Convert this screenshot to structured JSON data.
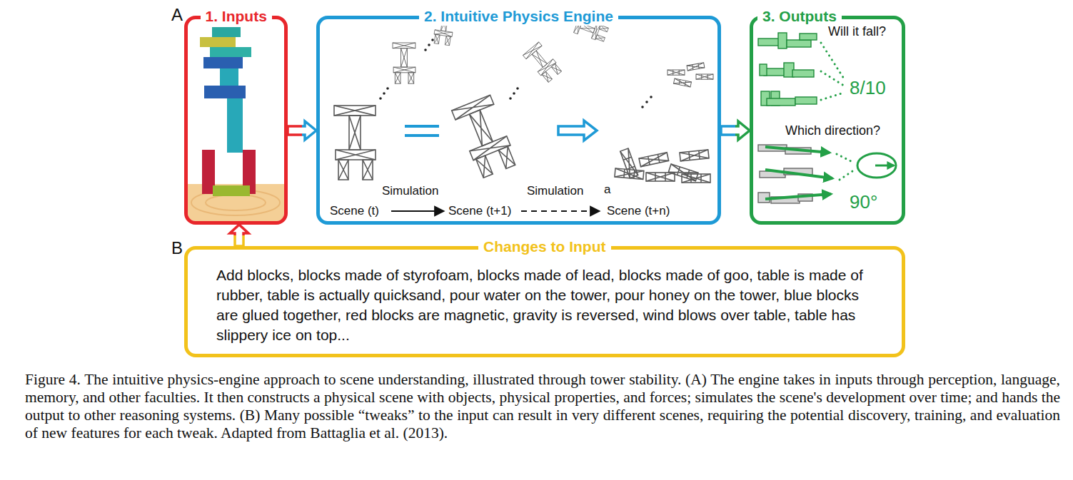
{
  "diagram": {
    "caption": "Figure 4.   The intuitive physics-engine approach to scene understanding, illustrated through tower stability. (A) The engine takes in inputs through perception, language, memory, and other faculties. It then constructs a physical scene with objects, physical properties, and forces; simulates the scene's development over time; and hands the output to other reasoning systems. (B) Many possible “tweaks” to the input can result in very different scenes, requiring the potential discovery, training, and evaluation of new features for each tweak. Adapted from Battaglia et al. (2013).",
    "nodes": [
      {
        "text": [
          "1. Inputs"
        ]
      },
      {
        "text": [
          "2. Intuitive Physics Engine"
        ]
      },
      {
        "text": [
          "3. Outputs"
        ]
      },
      {
        "text": [
          "Changes to Input",
          "Add blocks, blocks made of styrofoam, blocks made of lead, blocks made of goo, table is made of rubber, table is actually quicksand, pour water on the tower, pour honey on the tower, blue blocks are glued together, red blocks are magnetic, gravity is reversed, wind blows over table, table has slippery ice on top..."
        ]
      }
    ],
    "edges": [
      {
        "from": 0,
        "to": 1,
        "arrow": "to"
      },
      {
        "from": 1,
        "to": 2,
        "arrow": "to"
      },
      {
        "from": 3,
        "to": 0,
        "arrow": "to"
      }
    ],
    "labels": [
      "A",
      "B",
      "Simulation",
      "Simulation",
      "a",
      "Scene (t)",
      "Scene (t+1)",
      "Scene (t+n)",
      "Will it fall?",
      "8/10",
      "Which direction?",
      "90°"
    ]
  }
}
